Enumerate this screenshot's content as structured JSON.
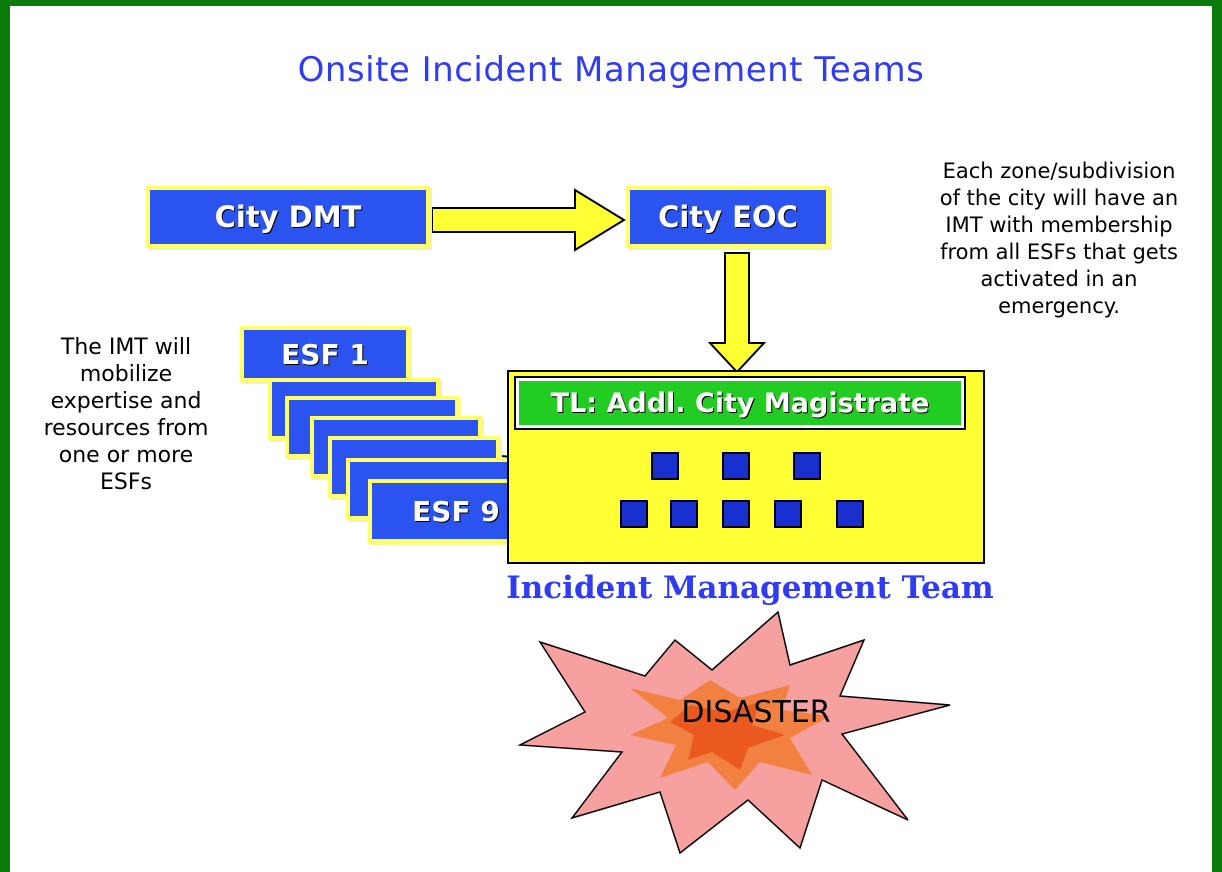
{
  "title": "Onsite Incident Management Teams",
  "boxes": {
    "city_dmt": "City DMT",
    "city_eoc": "City EOC",
    "esf_first": "ESF 1",
    "esf_last": "ESF 9"
  },
  "team_leader": "TL: Addl. City Magistrate",
  "imt_caption": "Incident Management Team",
  "disaster": "DISASTER",
  "notes": {
    "left": [
      "The IMT will",
      "mobilize",
      "expertise and",
      "resources from",
      "one or more",
      "ESFs"
    ],
    "right": [
      "Each zone/subdivision",
      "of the city will have an",
      "IMT with membership",
      "from all ESFs that gets",
      "activated in an",
      "emergency."
    ]
  },
  "colors": {
    "frame": "#0a7a0a",
    "title": "#2f3cf2",
    "box_blue": "#2a53f0",
    "arrow_yellow": "#ffff33",
    "team_panel": "#ffff33",
    "team_leader_green": "#22cc22",
    "disaster_outer": "#f7a0a0",
    "disaster_inner": "#f07a30"
  }
}
